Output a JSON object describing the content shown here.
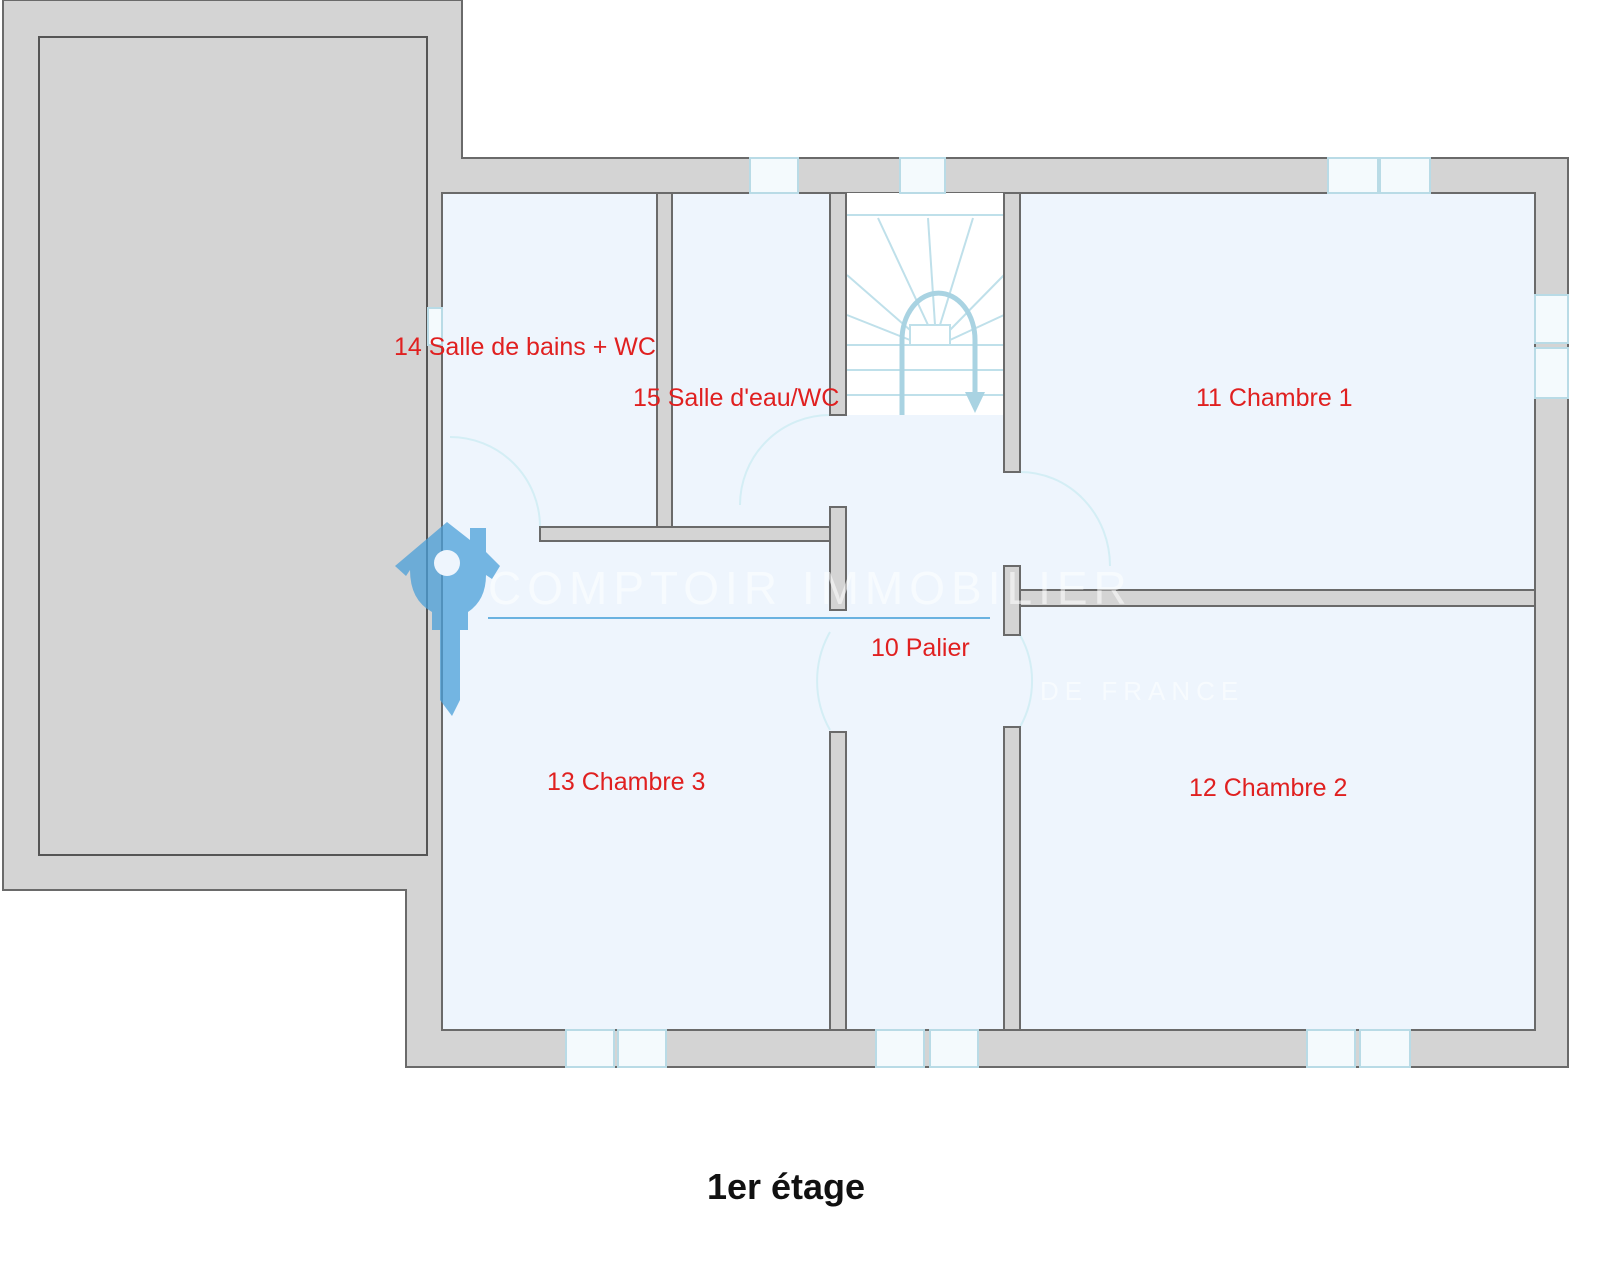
{
  "plan": {
    "title": "1er étage",
    "rooms": [
      {
        "id": "10",
        "label": "10 Palier"
      },
      {
        "id": "11",
        "label": "11 Chambre 1"
      },
      {
        "id": "12",
        "label": "12 Chambre 2"
      },
      {
        "id": "13",
        "label": "13 Chambre 3"
      },
      {
        "id": "14",
        "label": "14 Salle de bains + WC"
      },
      {
        "id": "15",
        "label": "15 Salle d'eau/WC"
      }
    ],
    "watermark": {
      "line1": "COMPTOIR IMMOBILIER",
      "line2": "DE FRANCE"
    },
    "colors": {
      "room_fill": "#eef5fd",
      "wall": "#d4d4d4",
      "label": "#e02020",
      "logo": "#4a9fd8"
    }
  }
}
